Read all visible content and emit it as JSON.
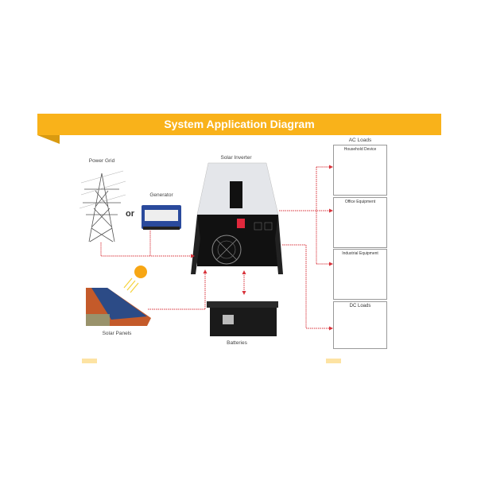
{
  "banner": {
    "title": "System Application Diagram",
    "color": "#f9b21a"
  },
  "sources": {
    "power_grid": "Power Grid",
    "or": "or",
    "generator": "Generator",
    "solar_panels": "Solar Panels"
  },
  "center": {
    "inverter": "Solar Inverter",
    "batteries": "Batteries"
  },
  "loads": {
    "ac_loads": "AC Loads",
    "household": "Household Device",
    "office": "Office Equipment",
    "industrial": "Industrial Equipment",
    "dc_loads": "DC Loads"
  },
  "line_color": "#d8323a"
}
